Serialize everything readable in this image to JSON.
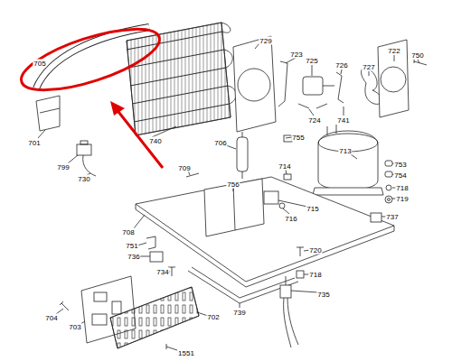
{
  "diagram": {
    "labels": [
      "729",
      "723",
      "725",
      "726",
      "727",
      "722",
      "750",
      "705",
      "724",
      "741",
      "740",
      "701",
      "799",
      "730",
      "706",
      "755",
      "713",
      "753",
      "754",
      "709",
      "714",
      "756",
      "715",
      "716",
      "718",
      "719",
      "708",
      "737",
      "751",
      "720",
      "736",
      "734",
      "718",
      "739",
      "735",
      "704",
      "703",
      "702",
      "1551"
    ]
  }
}
